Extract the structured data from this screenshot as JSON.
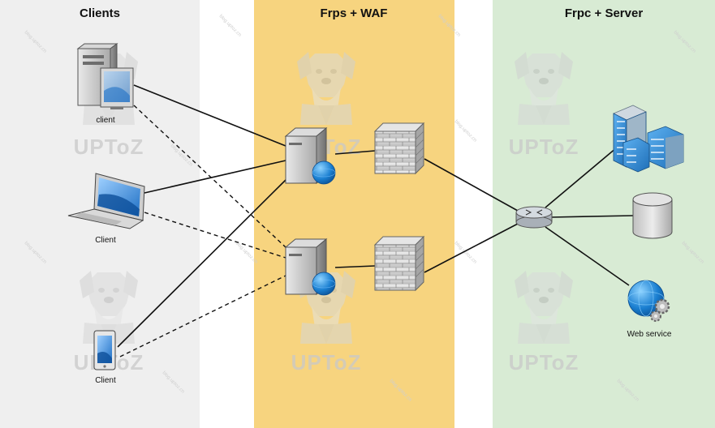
{
  "lanes": {
    "clients": {
      "title": "Clients",
      "color": "#efefef"
    },
    "frps": {
      "title": "Frps + WAF",
      "color": "#f7d47f"
    },
    "frpc": {
      "title": "Frpc + Server",
      "color": "#d8ebd4"
    }
  },
  "nodes": {
    "client_desktop": {
      "label": "client",
      "icon": "desktop-workstation-icon"
    },
    "client_laptop": {
      "label": "Client",
      "icon": "laptop-icon"
    },
    "client_mobile": {
      "label": "Client",
      "icon": "mobile-phone-icon"
    },
    "frps_server_1": {
      "icon": "server-with-globe-icon"
    },
    "frps_server_2": {
      "icon": "server-with-globe-icon"
    },
    "waf_1": {
      "icon": "firewall-icon"
    },
    "waf_2": {
      "icon": "firewall-icon"
    },
    "router": {
      "icon": "router-icon"
    },
    "building": {
      "icon": "office-building-icon"
    },
    "database": {
      "icon": "database-cylinder-icon"
    },
    "web_service": {
      "label": "Web service",
      "icon": "globe-gears-icon"
    }
  },
  "watermark": {
    "text": "UPToZ",
    "small_text": "blog.uptoz.cn"
  }
}
